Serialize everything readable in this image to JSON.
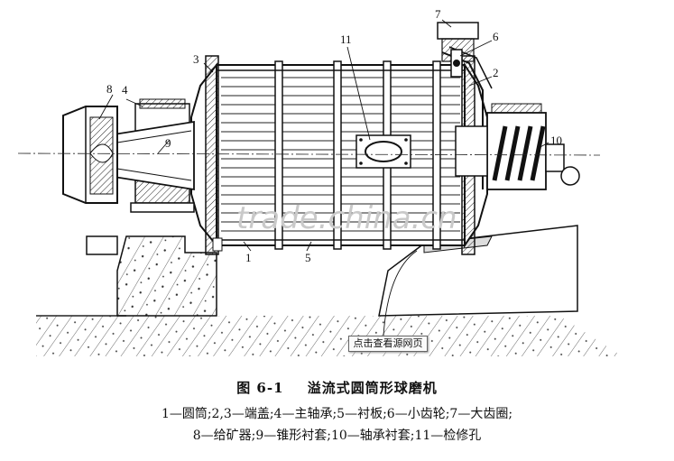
{
  "figure": {
    "number": "图 6-1",
    "title": "溢流式圆筒形球磨机",
    "legend_line1": "1—圆筒;2,3—端盖;4—主轴承;5—衬板;6—小齿轮;7—大齿圈;",
    "legend_line2": "8—给矿器;9—锥形衬套;10—轴承衬套;11—检修孔"
  },
  "callouts": [
    "1",
    "2",
    "3",
    "4",
    "5",
    "6",
    "7",
    "8",
    "9",
    "10",
    "11"
  ],
  "watermark": "trade.china.cn",
  "tooltip": "点击查看源网页"
}
